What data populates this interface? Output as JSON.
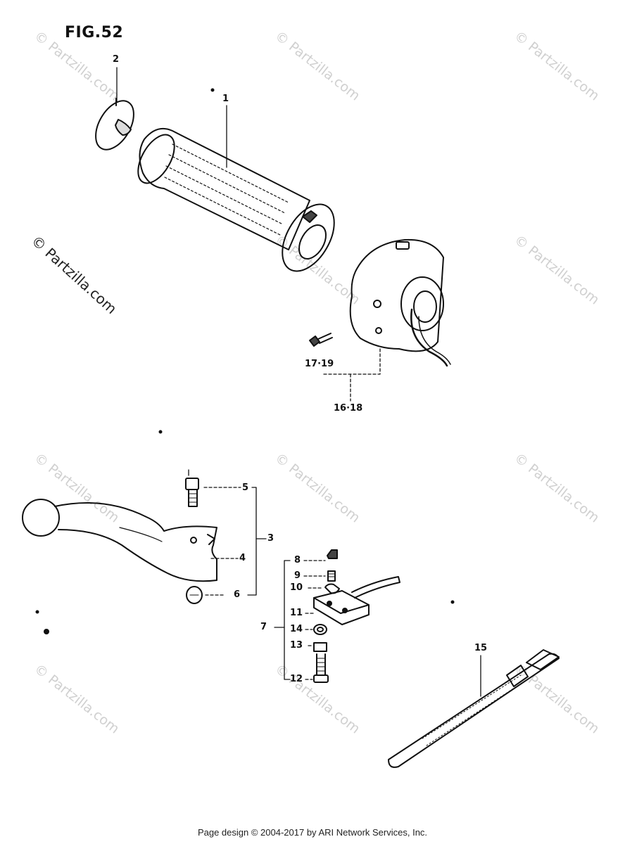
{
  "figure": {
    "title": "FIG.52"
  },
  "watermark": {
    "text": "© Partzilla.com"
  },
  "footer": {
    "text": "Page design © 2004-2017 by ARI Network Services, Inc."
  },
  "callouts": {
    "c1": "1",
    "c2": "2",
    "c3": "3",
    "c4": "4",
    "c5": "5",
    "c6": "6",
    "c7": "7",
    "c8": "8",
    "c9": "9",
    "c10": "10",
    "c11": "11",
    "c12": "12",
    "c13": "13",
    "c14": "14",
    "c15": "15",
    "c16_18": "16·18",
    "c17_19": "17·19"
  },
  "colors": {
    "line": "#111111",
    "watermark": "#cfcfcf",
    "background": "#ffffff"
  }
}
